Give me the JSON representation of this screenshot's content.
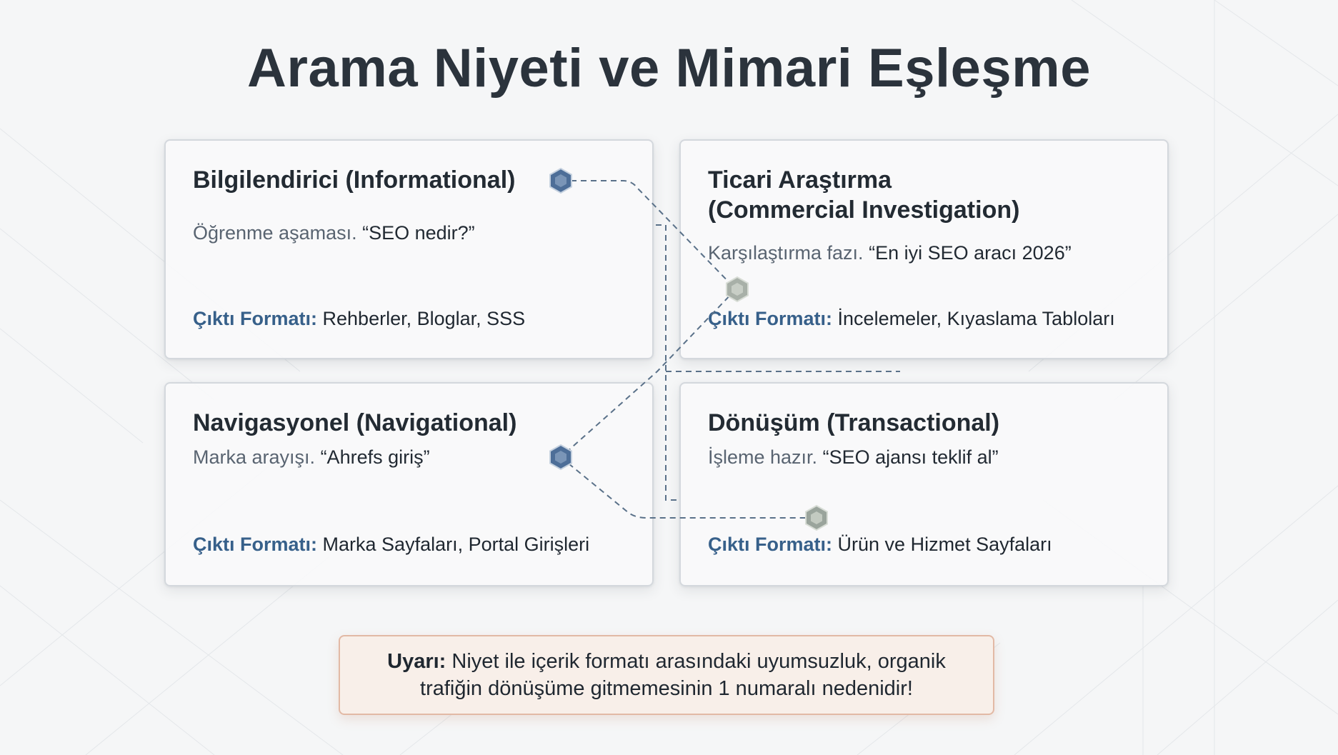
{
  "title": "Arama Niyeti ve Mimari Eşleşme",
  "colors": {
    "accent": "#37608a",
    "node_blue": "#4d6e98",
    "node_gray": "#8d9690",
    "warning_border": "#e2b9a5",
    "warning_bg": "#f8efe9"
  },
  "cards": [
    {
      "title": "Bilgilendirici (Informational)",
      "desc_prefix": "Öğrenme aşaması.",
      "desc_quote": "“SEO nedir?”",
      "output_label": "Çıktı Formatı:",
      "output_value": "Rehberler, Bloglar, SSS"
    },
    {
      "title_line1": "Ticari Araştırma",
      "title_line2": "(Commercial Investigation)",
      "desc_prefix": "Karşılaştırma fazı.",
      "desc_quote": "“En iyi SEO aracı 2026”",
      "output_label": "Çıktı Formatı:",
      "output_value": "İncelemeler, Kıyaslama Tabloları"
    },
    {
      "title": "Navigasyonel (Navigational)",
      "desc_prefix": "Marka arayışı.",
      "desc_quote": "“Ahrefs giriş”",
      "output_label": "Çıktı Formatı:",
      "output_value": "Marka Sayfaları, Portal Girişleri"
    },
    {
      "title": "Dönüşüm (Transactional)",
      "desc_prefix": "İşleme hazır.",
      "desc_quote": "“SEO ajansı teklif al”",
      "output_label": "Çıktı Formatı:",
      "output_value": "Ürün ve Hizmet Sayfaları"
    }
  ],
  "nodes": [
    {
      "icon": "hexagon-node-icon",
      "color": "blue"
    },
    {
      "icon": "hexagon-node-icon",
      "color": "gray"
    },
    {
      "icon": "hexagon-node-icon",
      "color": "blue"
    },
    {
      "icon": "hexagon-node-icon",
      "color": "gray"
    }
  ],
  "warning": {
    "label": "Uyarı:",
    "line1": "Niyet ile içerik formatı arasındaki uyumsuzluk, organik",
    "line2": "trafiğin dönüşüme gitmemesinin 1 numaralı nedenidir!"
  }
}
